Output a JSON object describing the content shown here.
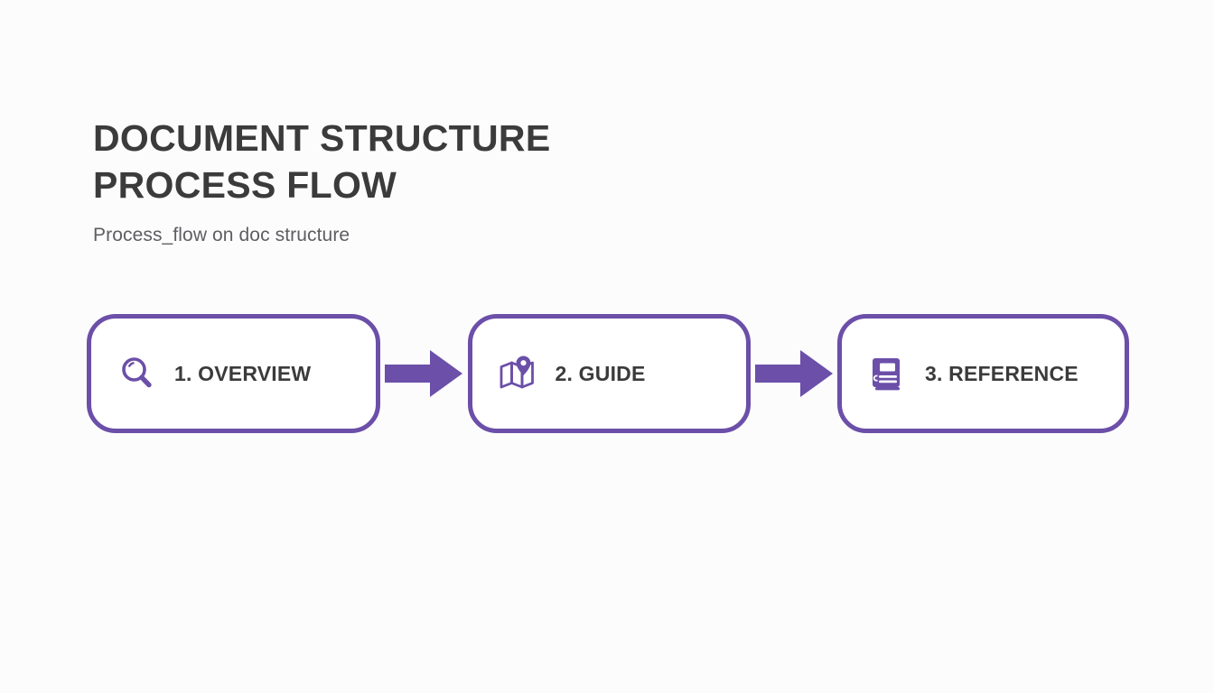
{
  "header": {
    "title": "DOCUMENT STRUCTURE\nPROCESS FLOW",
    "subtitle": "Process_flow on doc structure"
  },
  "theme": {
    "accent": "#6B4FA8",
    "text_dark": "#3B3B3B",
    "text_muted": "#5E5E62",
    "background": "#FCFCFD",
    "card_fill": "#FFFFFF"
  },
  "flow": {
    "type": "process-flow",
    "orientation": "horizontal",
    "step_count": 3,
    "steps": [
      {
        "label": "1. OVERVIEW",
        "icon": "magnifier-icon"
      },
      {
        "label": "2. GUIDE",
        "icon": "map-pin-icon"
      },
      {
        "label": "3. REFERENCE",
        "icon": "book-icon"
      }
    ],
    "connectors": [
      {
        "name": "arrow-right-icon"
      },
      {
        "name": "arrow-right-icon"
      }
    ]
  }
}
